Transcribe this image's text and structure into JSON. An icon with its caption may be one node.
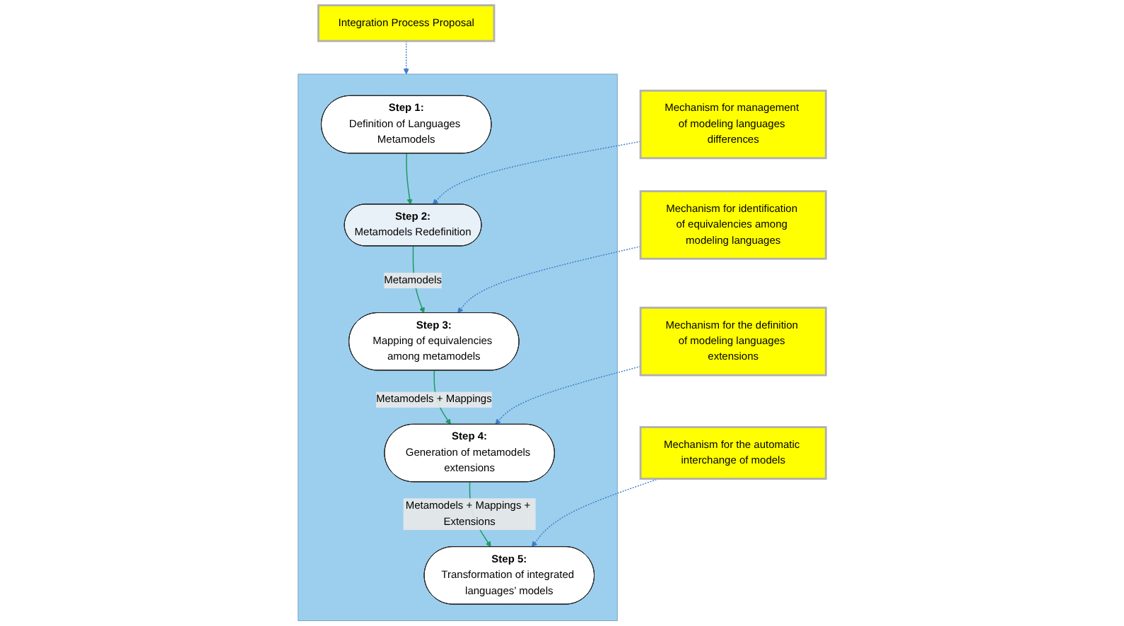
{
  "diagram": {
    "nodes": [
      {
        "text": [],
        "shape": "box"
      },
      {
        "text": [
          "Step 1:",
          "Definition of Languages Metamodels"
        ],
        "in": 0
      },
      {
        "text": [
          "Step 2:",
          "Metamodels Redefinition"
        ],
        "in": 0
      },
      {
        "text": [
          "Step 3:",
          "Mapping of equivalencies among metamodels"
        ],
        "in": 0
      },
      {
        "text": [
          "Step 4:",
          "Generation of metamodels extensions"
        ],
        "in": 0
      },
      {
        "text": [
          "Step 5:",
          "Transformation of integrated languages’ models"
        ],
        "in": 0
      },
      {
        "text": [
          "Integration Process Proposal"
        ]
      },
      {
        "text": [
          "Mechanism for management of modeling languages differences"
        ]
      },
      {
        "text": [
          "Mechanism for identification of equivalencies among modeling languages"
        ]
      },
      {
        "text": [
          "Mechanism for the definition of modeling languages extensions"
        ]
      },
      {
        "text": [
          "Mechanism for the automatic interchange of models"
        ]
      }
    ],
    "edges": [
      {
        "from": 1,
        "to": 2,
        "arrow": "to",
        "color": "#1f9a63"
      },
      {
        "from": 2,
        "to": 3,
        "arrow": "to",
        "label": "Metamodels",
        "color": "#1f9a63"
      },
      {
        "from": 3,
        "to": 4,
        "arrow": "to",
        "label": "Metamodels + Mappings",
        "color": "#1f9a63"
      },
      {
        "from": 4,
        "to": 5,
        "arrow": "to",
        "label": "Metamodels + Mappings + Extensions",
        "color": "#1f9a63"
      },
      {
        "from": 6,
        "to": 0,
        "arrow": "to",
        "style": "dashed",
        "color": "#3b7dc9"
      },
      {
        "from": 7,
        "to": 2,
        "arrow": "to",
        "style": "dashed",
        "color": "#3b7dc9"
      },
      {
        "from": 8,
        "to": 3,
        "arrow": "to",
        "style": "dashed",
        "color": "#3b7dc9"
      },
      {
        "from": 9,
        "to": 4,
        "arrow": "to",
        "style": "dashed",
        "color": "#3b7dc9"
      },
      {
        "from": 10,
        "to": 5,
        "arrow": "to",
        "style": "dashed",
        "color": "#3b7dc9"
      }
    ]
  }
}
